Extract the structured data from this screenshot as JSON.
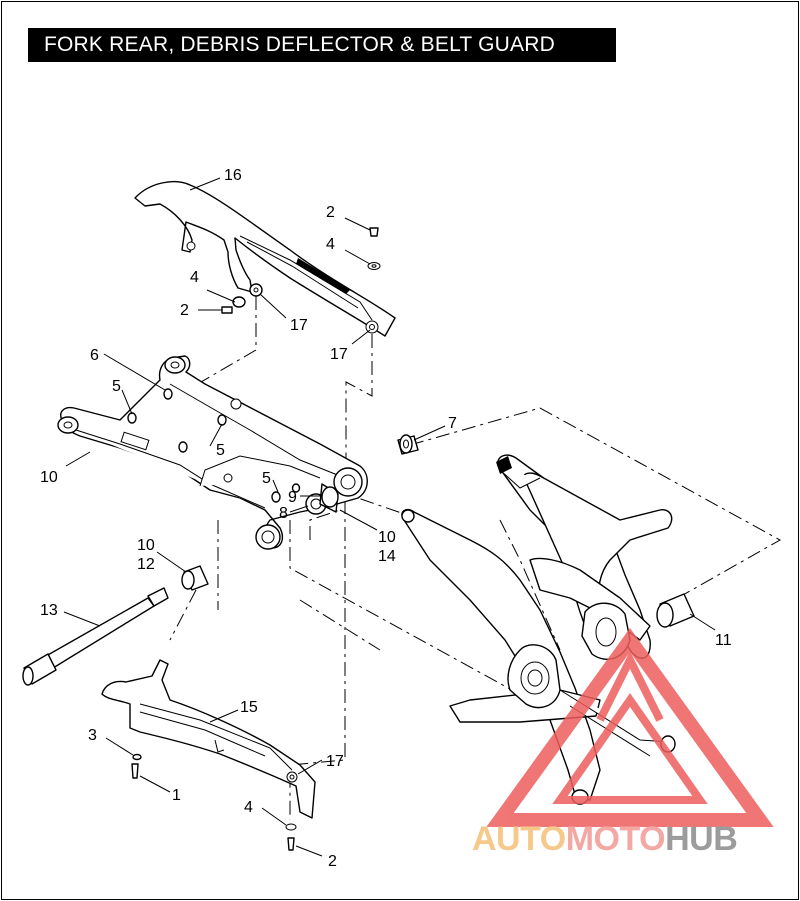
{
  "title": "FORK REAR, DEBRIS DEFLECTOR & BELT GUARD",
  "callouts": {
    "c16": "16",
    "c2a": "2",
    "c4a": "4",
    "c4b": "4",
    "c2b": "2",
    "c17a": "17",
    "c17b": "17",
    "c6": "6",
    "c5a": "5",
    "c5b": "5",
    "c7": "7",
    "c10a": "10",
    "c5c": "5",
    "c9": "9",
    "c8": "8",
    "c10b": "10",
    "c14": "14",
    "c10c": "10",
    "c12": "12",
    "c13": "13",
    "c11": "11",
    "c15": "15",
    "c3": "3",
    "c17c": "17",
    "c1": "1",
    "c4c": "4",
    "c2c": "2"
  },
  "watermark": {
    "part1": "AUTO",
    "part2": "MOTO",
    "part3": "HUB",
    "color1": "#f6c98a",
    "color2": "#f4a8a4",
    "color3": "#9c9c9c",
    "triangle": "#ee5e5e"
  }
}
